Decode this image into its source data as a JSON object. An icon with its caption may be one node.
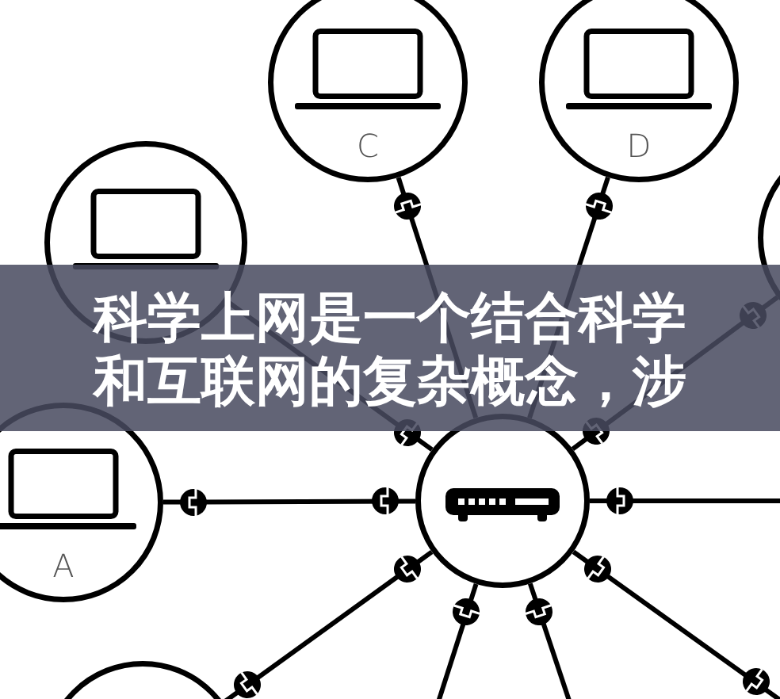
{
  "diagram": {
    "title": "科学上网是一个结合科学和互联网的复杂概念，涉",
    "nodes": [
      {
        "text": [
          "C"
        ]
      },
      {
        "text": [
          "D"
        ]
      },
      {
        "text": [],
        "shape": "circle"
      },
      {
        "text": [],
        "shape": "circle"
      },
      {
        "text": [
          "A"
        ]
      },
      {
        "text": [],
        "shape": "circle"
      },
      {
        "text": [],
        "shape": "circle"
      }
    ],
    "edges": [
      {
        "from": 5,
        "to": 0,
        "arrow": "none"
      },
      {
        "from": 5,
        "to": 1,
        "arrow": "none"
      },
      {
        "from": 5,
        "to": 2,
        "arrow": "none"
      },
      {
        "from": 5,
        "to": 3,
        "arrow": "none"
      },
      {
        "from": 5,
        "to": 4,
        "arrow": "none"
      },
      {
        "from": 5,
        "to": null,
        "arrow": "none"
      },
      {
        "from": 5,
        "to": null,
        "arrow": "none"
      },
      {
        "from": 5,
        "to": null,
        "arrow": "none"
      },
      {
        "from": 5,
        "to": null,
        "arrow": "none"
      },
      {
        "from": 5,
        "to": 6,
        "arrow": "none"
      }
    ]
  }
}
